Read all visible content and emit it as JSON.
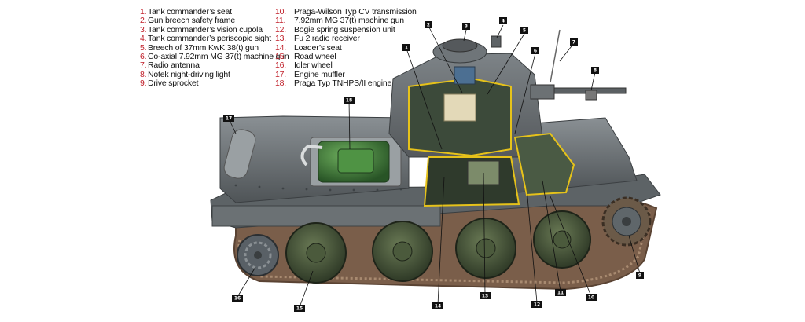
{
  "legend": [
    {
      "num": "1.",
      "label": "Tank commander’s seat"
    },
    {
      "num": "2.",
      "label": "Gun breech safety frame"
    },
    {
      "num": "3.",
      "label": "Tank commander’s vision cupola"
    },
    {
      "num": "4.",
      "label": "Tank commander’s periscopic sight"
    },
    {
      "num": "5.",
      "label": "Breech of 37mm KwK 38(t) gun"
    },
    {
      "num": "6.",
      "label": "Co-axial 7.92mm MG 37(t) machine gun"
    },
    {
      "num": "7.",
      "label": "Radio antenna"
    },
    {
      "num": "8.",
      "label": "Notek night-driving light"
    },
    {
      "num": "9.",
      "label": "Drive sprocket"
    },
    {
      "num": "10.",
      "label": "Praga-Wilson Typ CV transmission"
    },
    {
      "num": "11.",
      "label": "7.92mm MG 37(t) machine gun"
    },
    {
      "num": "12.",
      "label": "Bogie spring suspension unit"
    },
    {
      "num": "13.",
      "label": "Fu 2 radio receiver"
    },
    {
      "num": "14.",
      "label": "Loader’s seat"
    },
    {
      "num": "15.",
      "label": "Road wheel"
    },
    {
      "num": "16.",
      "label": "Idler wheel"
    },
    {
      "num": "17.",
      "label": "Engine muffler"
    },
    {
      "num": "18.",
      "label": "Praga Typ TNHPS/II engine"
    }
  ],
  "callouts": [
    "1",
    "2",
    "3",
    "4",
    "5",
    "6",
    "7",
    "8",
    "9",
    "10",
    "11",
    "12",
    "13",
    "14",
    "15",
    "16",
    "17",
    "18"
  ],
  "colors": {
    "number_red": "#c0202a",
    "hull_grey": "#6f7579",
    "engine_green": "#3e7d3a",
    "cutaway_outline": "#e6c21a",
    "track_brown": "#8a6a52",
    "callout_bg": "#111111"
  }
}
